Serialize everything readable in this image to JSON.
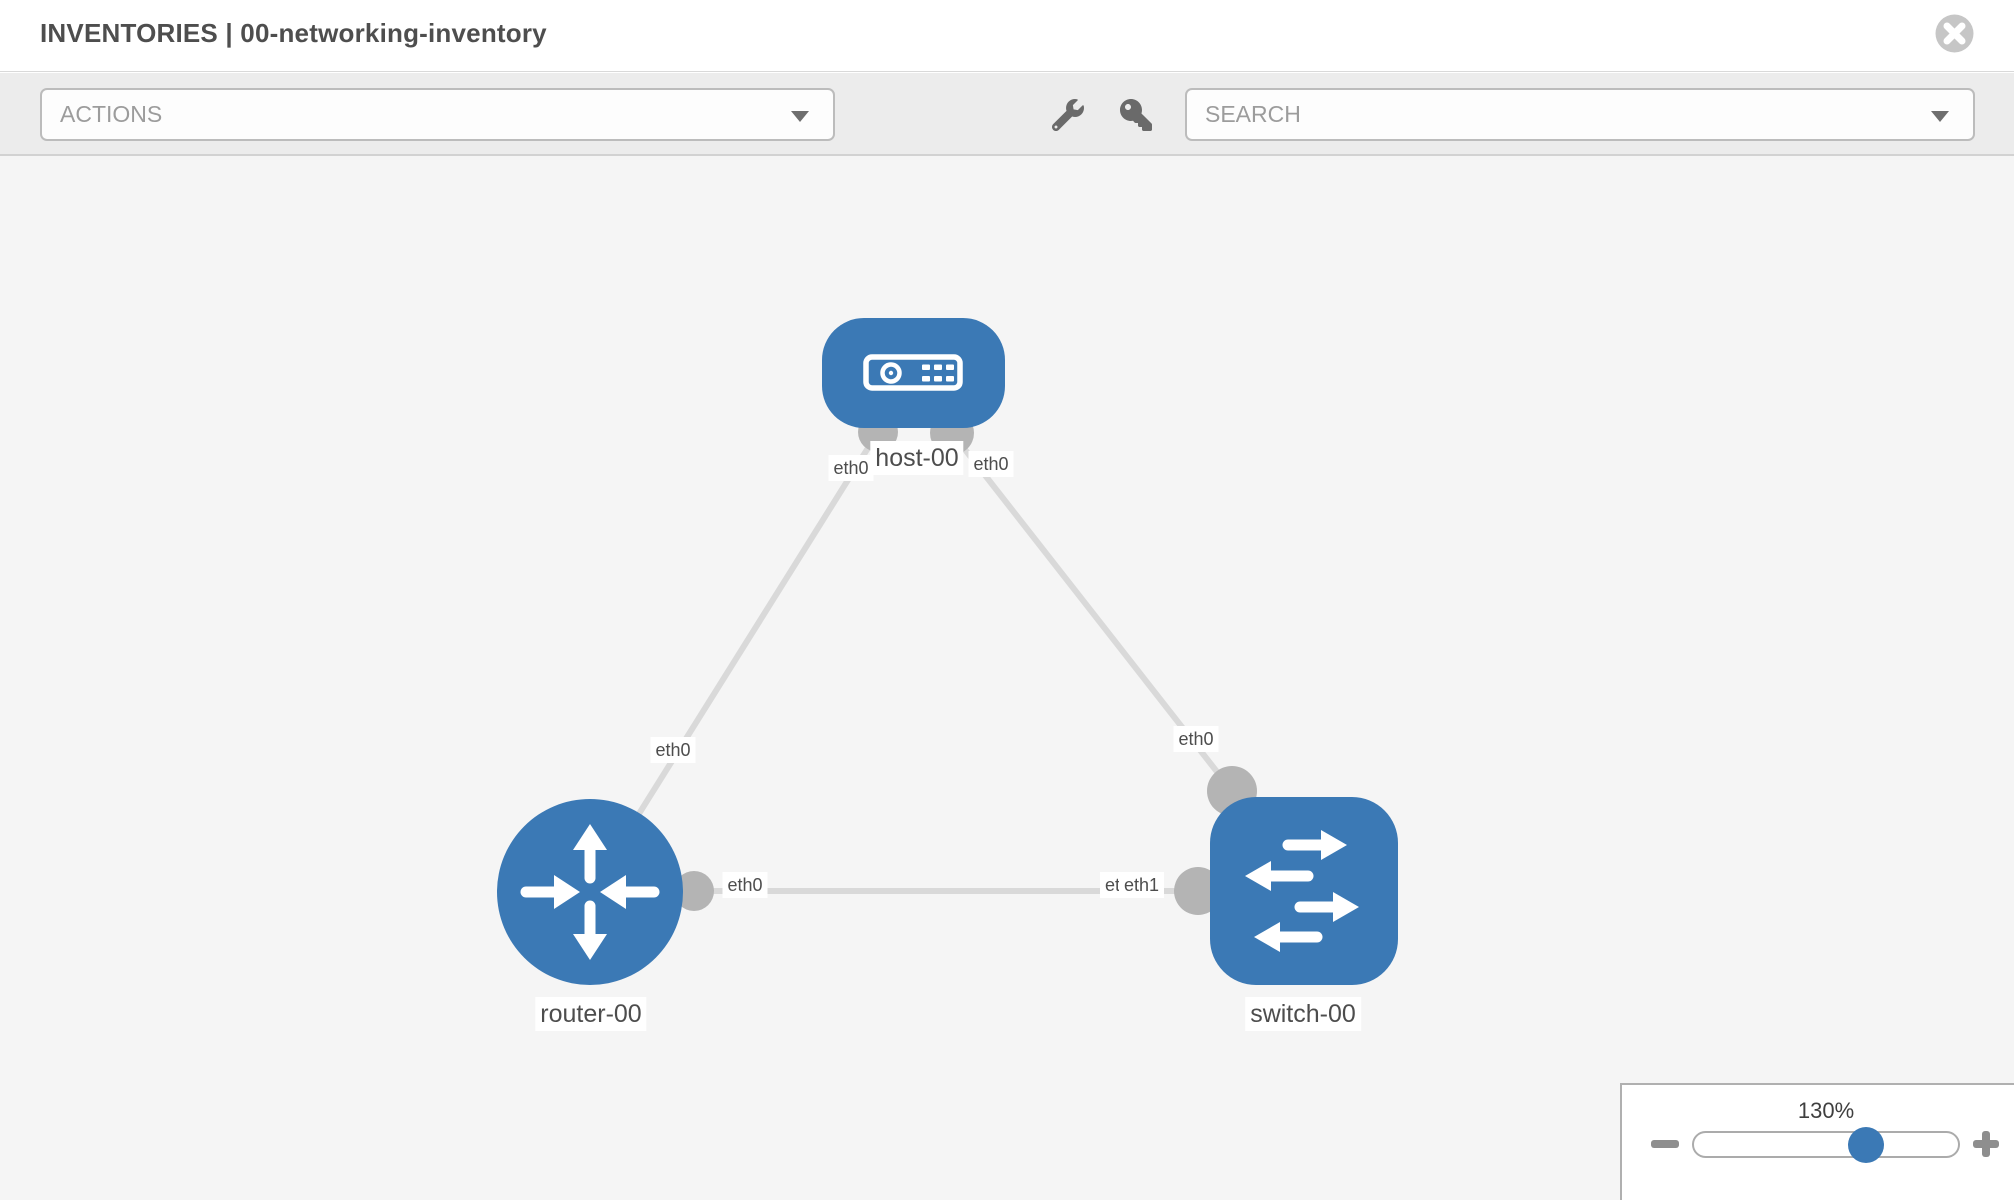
{
  "header": {
    "title": "INVENTORIES | 00-networking-inventory",
    "close_icon": "circle-x-icon"
  },
  "toolbar": {
    "actions_label": "ACTIONS",
    "search_label": "SEARCH",
    "icons": [
      "wrench-icon",
      "key-icon"
    ],
    "caret_icon": "chevron-down-icon"
  },
  "topology": {
    "nodes": [
      {
        "id": "host-00",
        "label": "host-00",
        "type": "host",
        "shape": "rounded-rect",
        "icon": "server-icon"
      },
      {
        "id": "router-00",
        "label": "router-00",
        "type": "router",
        "shape": "circle",
        "icon": "router-arrows-icon"
      },
      {
        "id": "switch-00",
        "label": "switch-00",
        "type": "switch",
        "shape": "rounded-square",
        "icon": "switch-arrows-icon"
      }
    ],
    "links": [
      {
        "from": "host-00",
        "to": "router-00",
        "from_interface": "eth0",
        "to_interface": "eth0"
      },
      {
        "from": "host-00",
        "to": "switch-00",
        "from_interface": "eth0",
        "to_interface": "eth0"
      },
      {
        "from": "router-00",
        "to": "switch-00",
        "from_interface": "eth0",
        "to_interface": "eth1"
      }
    ],
    "labels": {
      "host": "host-00",
      "router": "router-00",
      "switch": "switch-00",
      "iface_host_left": "eth0",
      "iface_host_right": "eth0",
      "iface_edge_host_router": "eth0",
      "iface_edge_host_switch": "eth0",
      "iface_router_right": "eth0",
      "iface_switch_left_back": "eth0",
      "iface_switch_left_front": "eth1"
    }
  },
  "zoom_control": {
    "value": "130%",
    "minus_icon": "minus-icon",
    "plus_icon": "plus-icon",
    "percent": 65
  },
  "colors": {
    "node_blue": "#3b79b5",
    "edge_gray": "#d9d9d9",
    "port_gray": "#b4b4b4",
    "toolbar_gray": "#ececec",
    "canvas_gray": "#f5f5f5"
  }
}
